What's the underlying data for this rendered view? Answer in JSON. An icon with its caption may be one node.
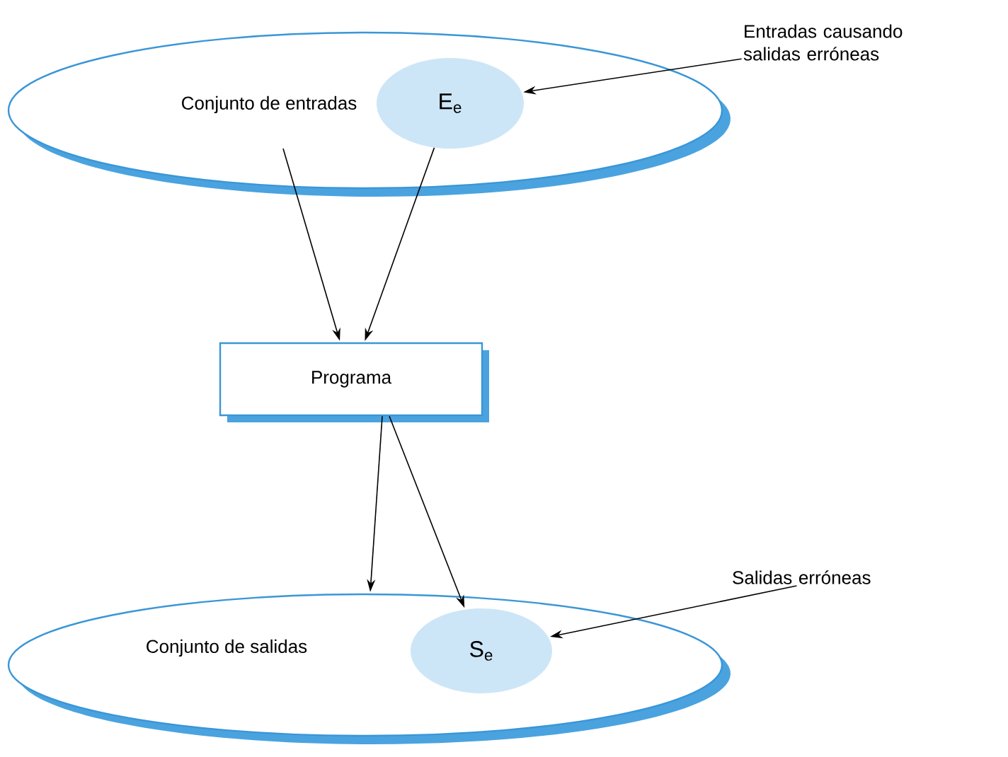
{
  "diagram": {
    "nodes": [
      {
        "text": [
          "Conjunto de entradas"
        ]
      },
      {
        "text": [
          "E$_{e}$"
        ],
        "in": 0
      },
      {
        "text": [
          "Entradas causando salidas erróneas"
        ]
      },
      {
        "text": [
          "Programa"
        ]
      },
      {
        "text": [
          "Conjunto de salidas"
        ]
      },
      {
        "text": [
          "S$_{e}$"
        ],
        "in": 4
      },
      {
        "text": [
          "Salidas erróneas"
        ]
      }
    ],
    "edges": [
      {
        "from": 2,
        "to": 1,
        "arrow": "to"
      },
      {
        "from": 0,
        "to": 3,
        "arrow": "to"
      },
      {
        "from": 1,
        "to": 3,
        "arrow": "to"
      },
      {
        "from": 3,
        "to": 4,
        "arrow": "to"
      },
      {
        "from": 3,
        "to": 5,
        "arrow": "to"
      },
      {
        "from": 6,
        "to": 5,
        "arrow": "to"
      }
    ]
  }
}
